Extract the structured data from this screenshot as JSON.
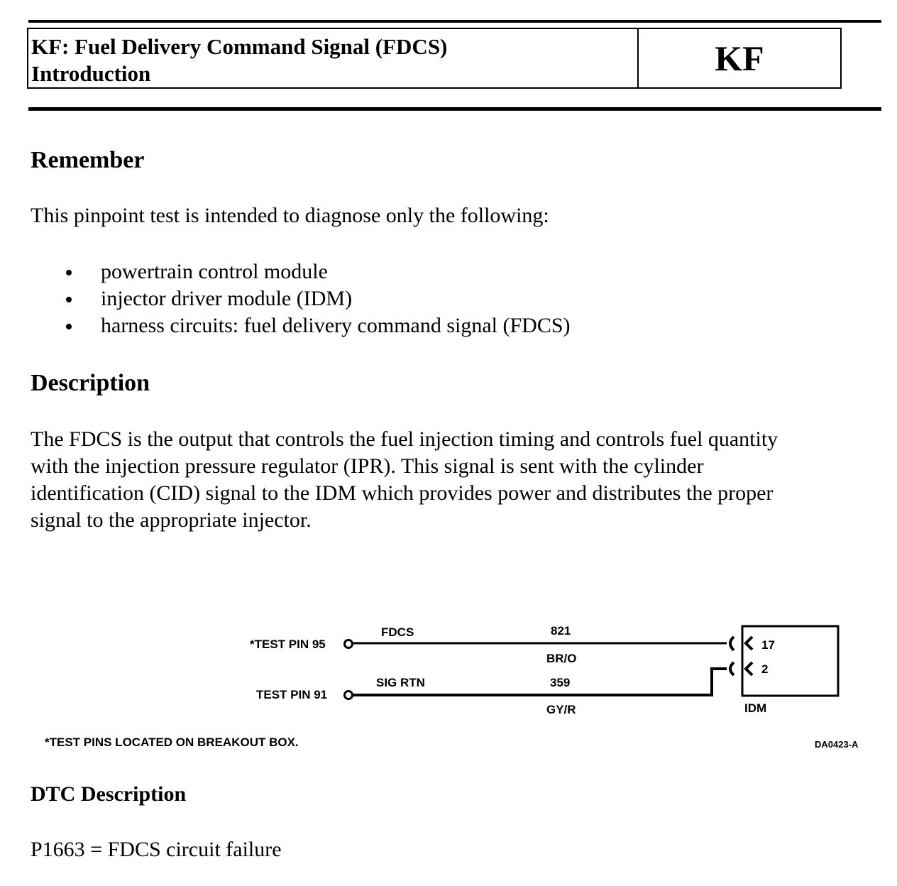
{
  "header": {
    "title_line1": "KF: Fuel Delivery Command Signal (FDCS)",
    "title_line2": "Introduction",
    "code": "KF"
  },
  "remember": {
    "heading": "Remember",
    "intro": "This pinpoint test is intended to diagnose only the following:",
    "items": [
      "powertrain control module",
      "injector driver module (IDM)",
      "harness circuits: fuel delivery command signal (FDCS)"
    ]
  },
  "description": {
    "heading": "Description",
    "lines": [
      "The FDCS is the output that controls the fuel injection timing and controls fuel quantity",
      "with the injection pressure regulator (IPR). This signal is sent with the cylinder",
      "identification (CID) signal to the IDM which provides power and distributes the proper",
      "signal to the appropriate injector."
    ]
  },
  "diagram": {
    "test_pin_95": "*TEST PIN 95",
    "test_pin_91": "TEST PIN 91",
    "fdcs_label": "FDCS",
    "fdcs_circuit": "821",
    "fdcs_color": "BR/O",
    "sigrtn_label": "SIG RTN",
    "sigrtn_circuit": "359",
    "sigrtn_color": "GY/R",
    "pin_17": "17",
    "pin_2": "2",
    "module": "IDM",
    "footnote": "*TEST PINS LOCATED ON BREAKOUT BOX.",
    "figure_id": "DA0423-A"
  },
  "dtc": {
    "heading": "DTC Description",
    "code_line": "P1663 = FDCS circuit failure"
  }
}
